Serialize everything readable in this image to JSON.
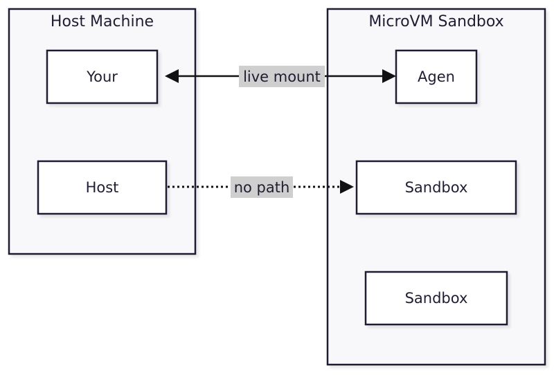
{
  "clusters": {
    "host": {
      "title": "Host Machine"
    },
    "sandbox": {
      "title": "MicroVM Sandbox"
    }
  },
  "nodes": {
    "your": "Your",
    "host": "Host",
    "agen": "Agen",
    "sandbox_a": "Sandbox",
    "sandbox_b": "Sandbox"
  },
  "edges": {
    "live_mount": "live mount",
    "no_path": "no path"
  }
}
